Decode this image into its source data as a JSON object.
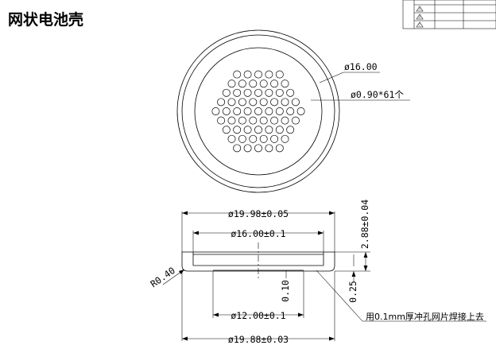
{
  "title": "网状电池壳",
  "top_view": {
    "outer_diameter_label": "ø16.00",
    "hole_label": "ø0.90*61个"
  },
  "side_view": {
    "overall_top_diameter": "ø19.98±0.05",
    "inner_diameter": "ø16.00±0.1",
    "bottom_diameter": "ø12.00±0.1",
    "overall_bottom_diameter": "ø19.88±0.03",
    "height": "2.88±0.04",
    "radius": "R0.40",
    "bottom_thickness": "0.10",
    "wall_thickness": "0.25",
    "mesh_note": "用0.1mm厚冲孔网片焊接上去"
  },
  "title_block": {
    "rows": [
      "A",
      "B",
      "C"
    ]
  }
}
